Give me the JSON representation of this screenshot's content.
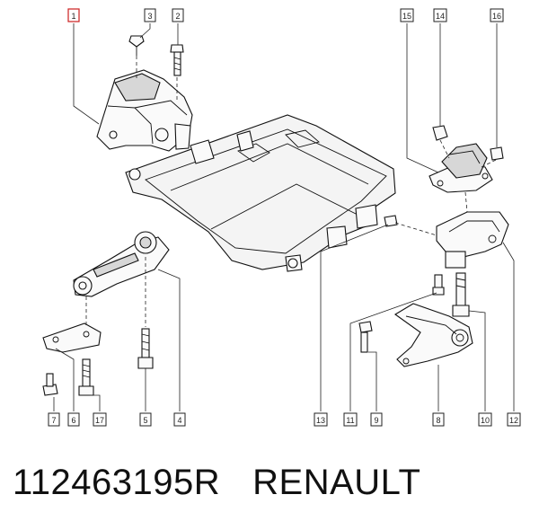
{
  "diagram": {
    "callouts": [
      {
        "id": "c1",
        "label": "1",
        "highlight": true
      },
      {
        "id": "c3",
        "label": "3"
      },
      {
        "id": "c2",
        "label": "2"
      },
      {
        "id": "c15",
        "label": "15"
      },
      {
        "id": "c14",
        "label": "14"
      },
      {
        "id": "c16",
        "label": "16"
      },
      {
        "id": "c7",
        "label": "7"
      },
      {
        "id": "c6",
        "label": "6"
      },
      {
        "id": "c17",
        "label": "17"
      },
      {
        "id": "c5",
        "label": "5"
      },
      {
        "id": "c4",
        "label": "4"
      },
      {
        "id": "c13",
        "label": "13"
      },
      {
        "id": "c11",
        "label": "11"
      },
      {
        "id": "c9",
        "label": "9"
      },
      {
        "id": "c8",
        "label": "8"
      },
      {
        "id": "c10",
        "label": "10"
      },
      {
        "id": "c12",
        "label": "12"
      }
    ]
  },
  "footer": {
    "part_number": "112463195R",
    "brand": "RENAULT"
  },
  "colors": {
    "highlight": "#cc1f1f",
    "line": "#111111"
  }
}
